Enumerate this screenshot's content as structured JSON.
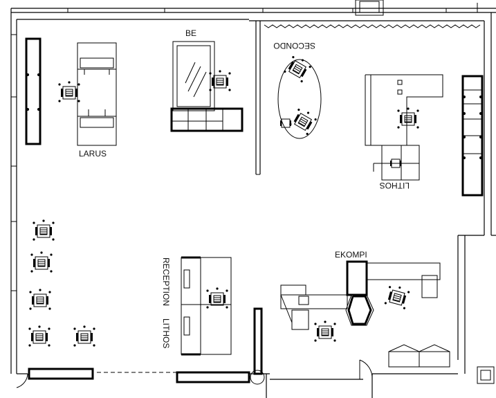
{
  "drawing": {
    "type": "office floor plan"
  },
  "rooms": {
    "larus": "LARUS",
    "be": "BE",
    "secondo": "SECONDO",
    "lithos": "LITHOS",
    "ekompi": "EKOMPI",
    "reception": "RECEPTION",
    "reception_lithos": "LITHOS"
  },
  "colors": {
    "line": "#000000",
    "background": "#ffffff"
  }
}
